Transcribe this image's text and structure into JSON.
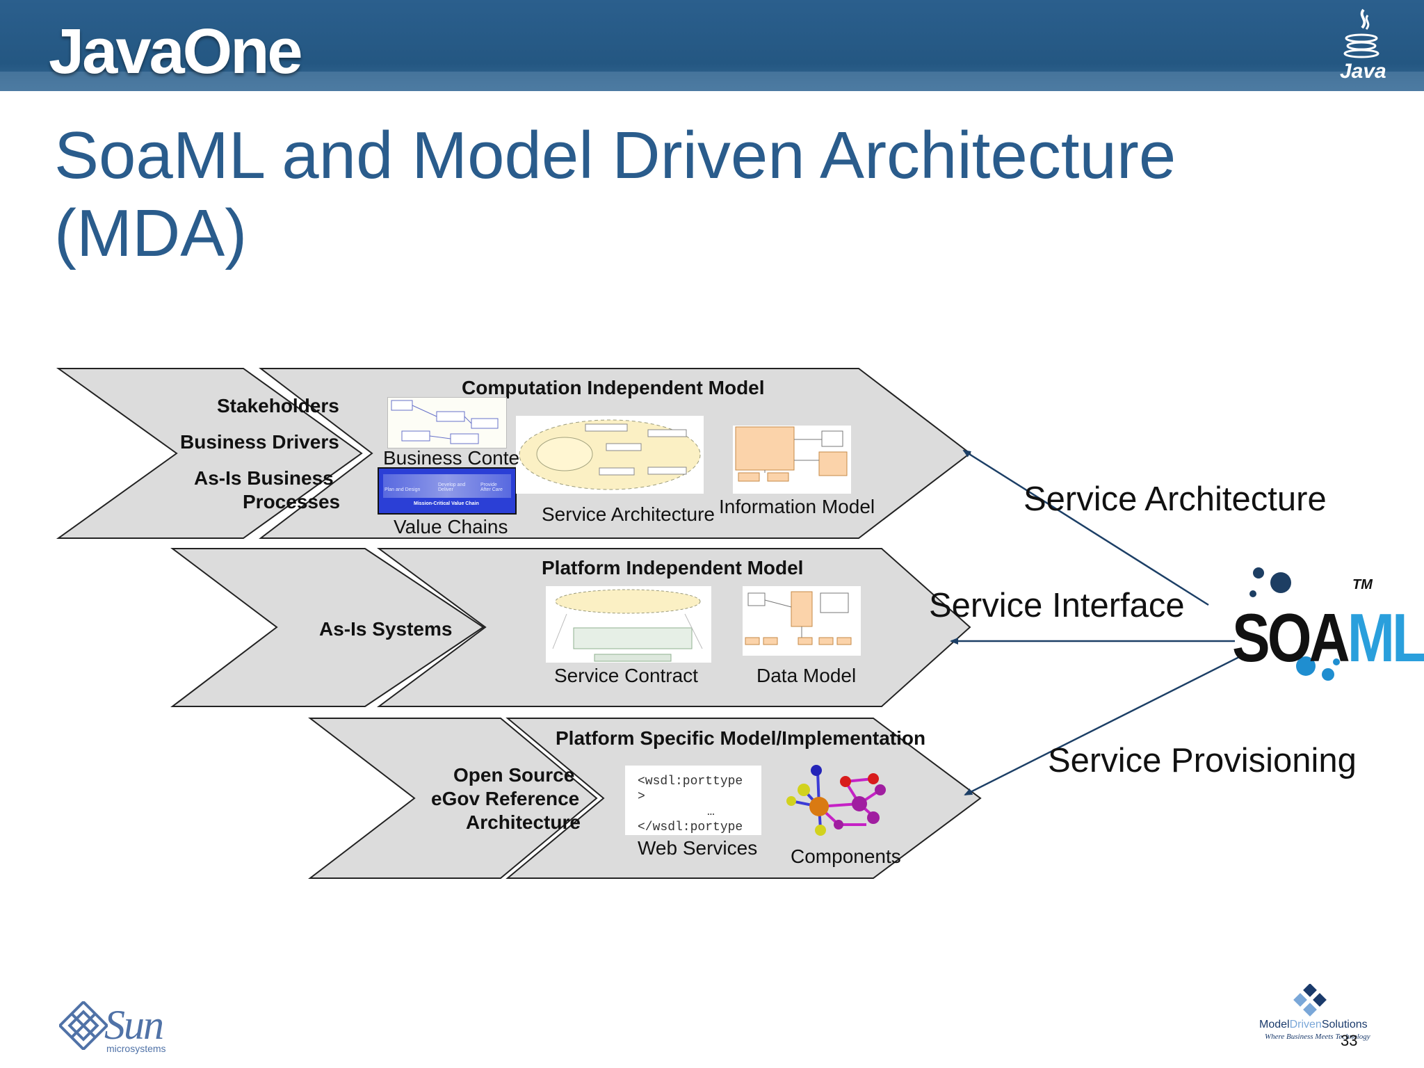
{
  "header": {
    "brand": "JavaOne",
    "java_logo_text": "Java"
  },
  "title": {
    "line1": "SoaML and Model Driven Architecture",
    "line2": "(MDA)"
  },
  "rows": {
    "cim": {
      "heading": "Computation Independent Model",
      "left_items": [
        "Stakeholders",
        "Business Drivers",
        "As-Is Business",
        "Processes"
      ],
      "captions": [
        "Business Conte",
        "Value Chains",
        "Service Architecture",
        "Information Model"
      ],
      "value_chain_labels": [
        "Plan and Design",
        "Develop and Deliver",
        "Provide After Care",
        "Mission-Critical Value Chain"
      ]
    },
    "pim": {
      "heading": "Platform Independent Model",
      "left_items": [
        "As-Is Systems"
      ],
      "captions": [
        "Service Contract",
        "Data Model"
      ]
    },
    "psm": {
      "heading": "Platform Specific Model/Implementation",
      "left_items": [
        "Open Source",
        "eGov Reference",
        "Architecture"
      ],
      "captions": [
        "Web Services",
        "Components"
      ],
      "wsdl_lines": [
        "<wsdl:porttype",
        ">",
        "…",
        "</wsdl:portype"
      ]
    }
  },
  "right_labels": [
    "Service Architecture",
    "Service Interface",
    "Service Provisioning"
  ],
  "soaml_logo": {
    "text_soa": "SOA",
    "text_ml": "ML",
    "tm": "TM"
  },
  "footer": {
    "sun_text": "Sun",
    "sun_sub": "microsystems",
    "mds_model": "Model",
    "mds_driven": "Driven",
    "mds_solutions": "Solutions",
    "mds_tagline": "Where Business Meets Technology",
    "page_number": "33"
  }
}
